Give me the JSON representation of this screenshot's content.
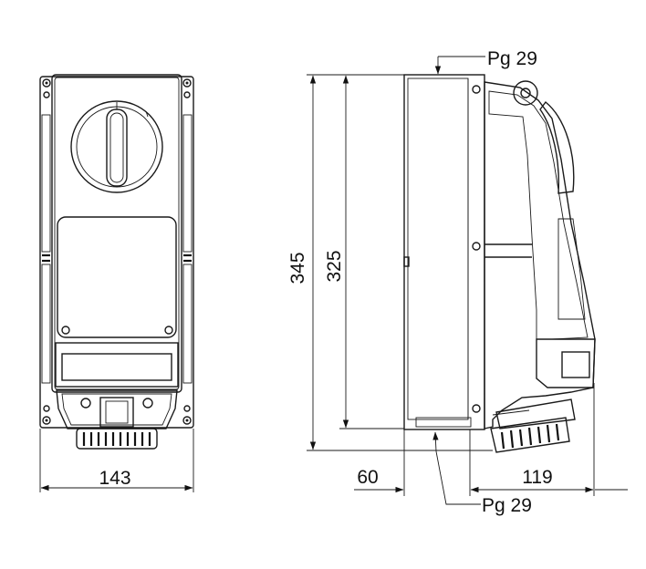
{
  "dimensions": {
    "width": "143",
    "height_overall": "345",
    "height_inner": "325",
    "offset": "60",
    "depth": "119"
  },
  "glands": {
    "top": "Pg 29",
    "bottom": "Pg 29"
  }
}
